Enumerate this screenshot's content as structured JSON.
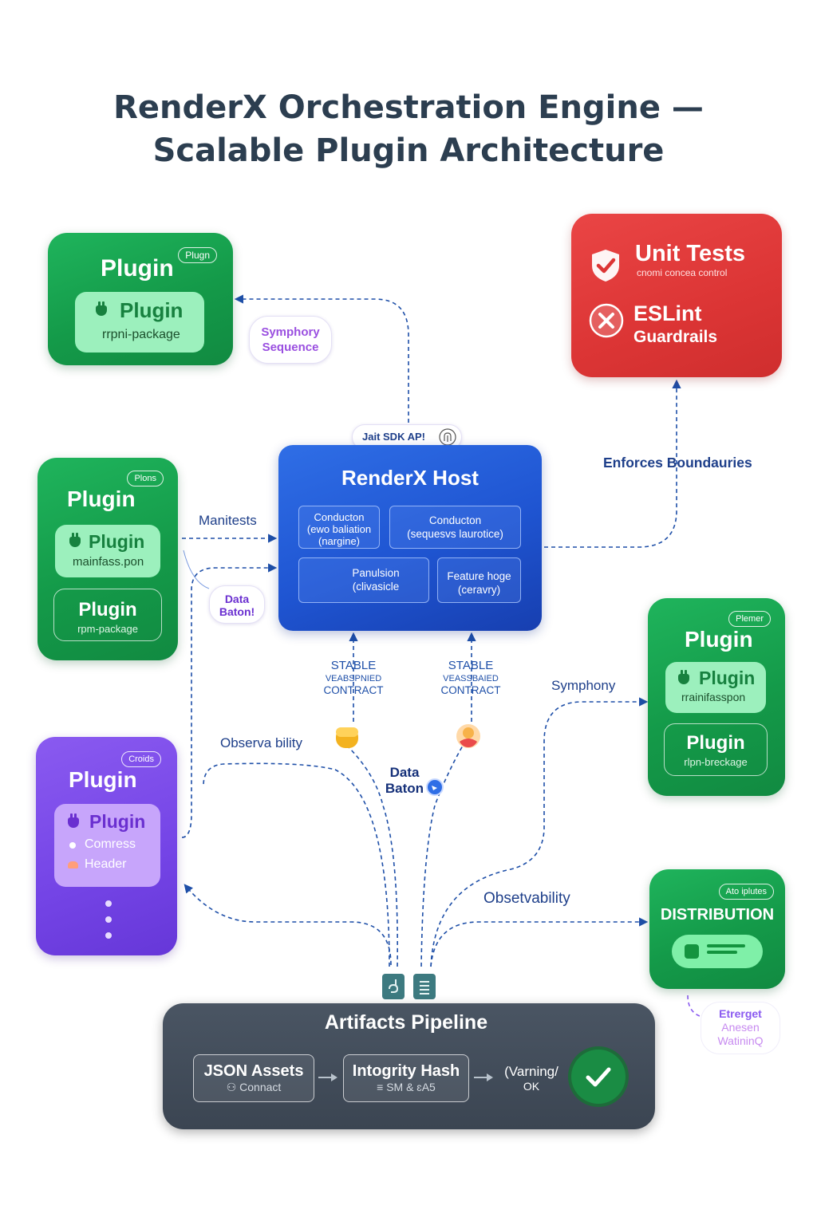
{
  "title": {
    "line1": "RenderX Orchestration Engine —",
    "line2": "Scalable Plugin Architecture"
  },
  "colors": {
    "plugin_green": "#149a49",
    "plugin_purple": "#7444e6",
    "host_blue": "#1f55d2",
    "tests_red": "#dc3535",
    "pipeline_dark": "#3f4a57",
    "wire_blue": "#1e4fa8"
  },
  "plugin_top_left": {
    "tag": "Plugn",
    "title": "Plugin",
    "inner_title": "Plugin",
    "inner_sub": "rrpni-package",
    "icon": "plug-icon"
  },
  "symphony_bubble": {
    "line1": "Symphory",
    "line2": "Sequence"
  },
  "plugin_mid_left": {
    "tag": "Plons",
    "title": "Plugin",
    "inner1_title": "Plugin",
    "inner1_sub": "mainfass.pon",
    "inner2_title": "Plugin",
    "inner2_sub": "rpm-package",
    "icon": "plug-icon"
  },
  "data_baton_bubble": {
    "line1": "Data",
    "line2": "Baton!"
  },
  "plugin_purple": {
    "tag": "Croids",
    "title": "Plugin",
    "inner_title": "Plugin",
    "item1": "Comress",
    "item2": "Header",
    "icon": "plug-icon",
    "more_icon": "vertical-dots-icon"
  },
  "unit_tests": {
    "title": "Unit Tests",
    "subtitle": "cnomi concea control",
    "lint_title": "ESLint",
    "lint_sub": "Guardrails",
    "check_icon": "shield-check-icon",
    "error_icon": "x-circle-icon"
  },
  "enforces_label": "Enforces Boundauries",
  "sdk_badge": {
    "text": "Jait SDK AP!",
    "icon": "fingerprint-icon"
  },
  "host": {
    "title": "RenderX Host",
    "box1": "Conducton\n(ewo baliation\n(nargine)",
    "box2": "Conducton\n(sequesvs laurotice)",
    "box3": "Panulsion\n(clivasicle",
    "box4": "Feature hoge\n(ceravry)"
  },
  "manifests_label": "Manitests",
  "contract_left": {
    "line1": "STABLE",
    "line2": "VEABSPNIED",
    "line3": "CONTRACT"
  },
  "contract_right": {
    "line1": "STABLE",
    "line2": "VEASSBAIED",
    "line3": "CONTRACT"
  },
  "observability_left": "Observa bility",
  "observability_right": "Obsetvability",
  "data_baton_center": {
    "line1": "Data",
    "line2": "Baton"
  },
  "symphony_right": "Symphony",
  "plugin_right": {
    "tag": "Plemer",
    "title": "Plugin",
    "inner1_title": "Plugin",
    "inner1_sub": "rrainifasspon",
    "inner2_title": "Plugin",
    "inner2_sub": "rlpn-breckage",
    "icon": "plug-icon"
  },
  "distribution": {
    "tag": "Ato iplutes",
    "title": "DISTRIBUTION",
    "icon": "package-icon"
  },
  "etergent_bubble": {
    "line1": "Etrerget",
    "line2": "Anesen",
    "line3": "WatininQ"
  },
  "pipeline": {
    "title": "Artifacts Pipeline",
    "box1_title": "JSON Assets",
    "box1_sub": "Connact",
    "box2_title": "Intogrity Hash",
    "box2_sub": "SM & ɛA5",
    "warn_line1": "(Varning/",
    "warn_line2": "OK",
    "ok_icon": "check-circle-icon",
    "doc_icon1": "file-code-icon",
    "doc_icon2": "file-list-icon"
  }
}
